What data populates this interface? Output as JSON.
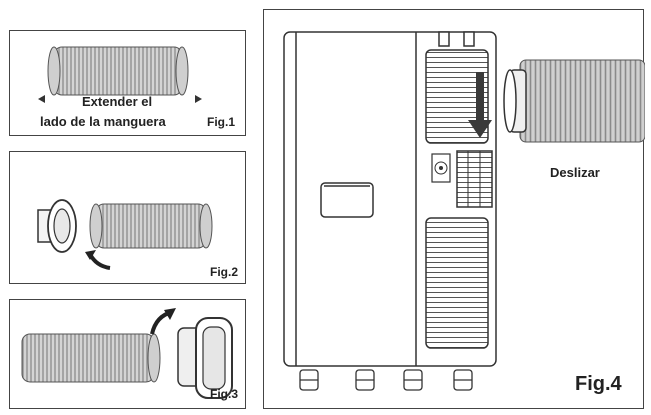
{
  "fig1": {
    "caption_line1": "Extender el",
    "caption_line2": "lado de la manguera",
    "label": "Fig.1"
  },
  "fig2": {
    "label": "Fig.2"
  },
  "fig3": {
    "label": "Fig.3"
  },
  "fig4": {
    "callout": "Deslizar",
    "label": "Fig.4"
  },
  "colors": {
    "line": "#333333",
    "hose": "#bdbdbd",
    "hose_dark": "#8c8c8c",
    "background": "#ffffff"
  }
}
